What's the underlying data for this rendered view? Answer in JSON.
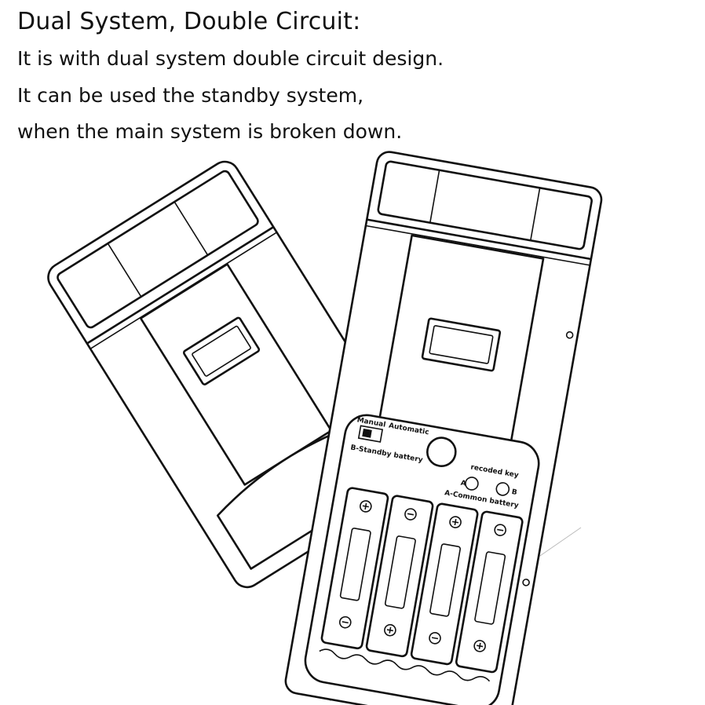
{
  "heading": "Dual System, Double Circuit:",
  "lines": [
    "It is with dual system double circuit design.",
    "It can be used the standby system,",
    "when the main system is broken down."
  ],
  "labels": {
    "manual": "Manual",
    "automatic": "Automatic",
    "standby": "B-Standby battery",
    "recorded_key": "recoded key",
    "key_a": "A",
    "key_b": "B",
    "common": "A-Common battery"
  }
}
